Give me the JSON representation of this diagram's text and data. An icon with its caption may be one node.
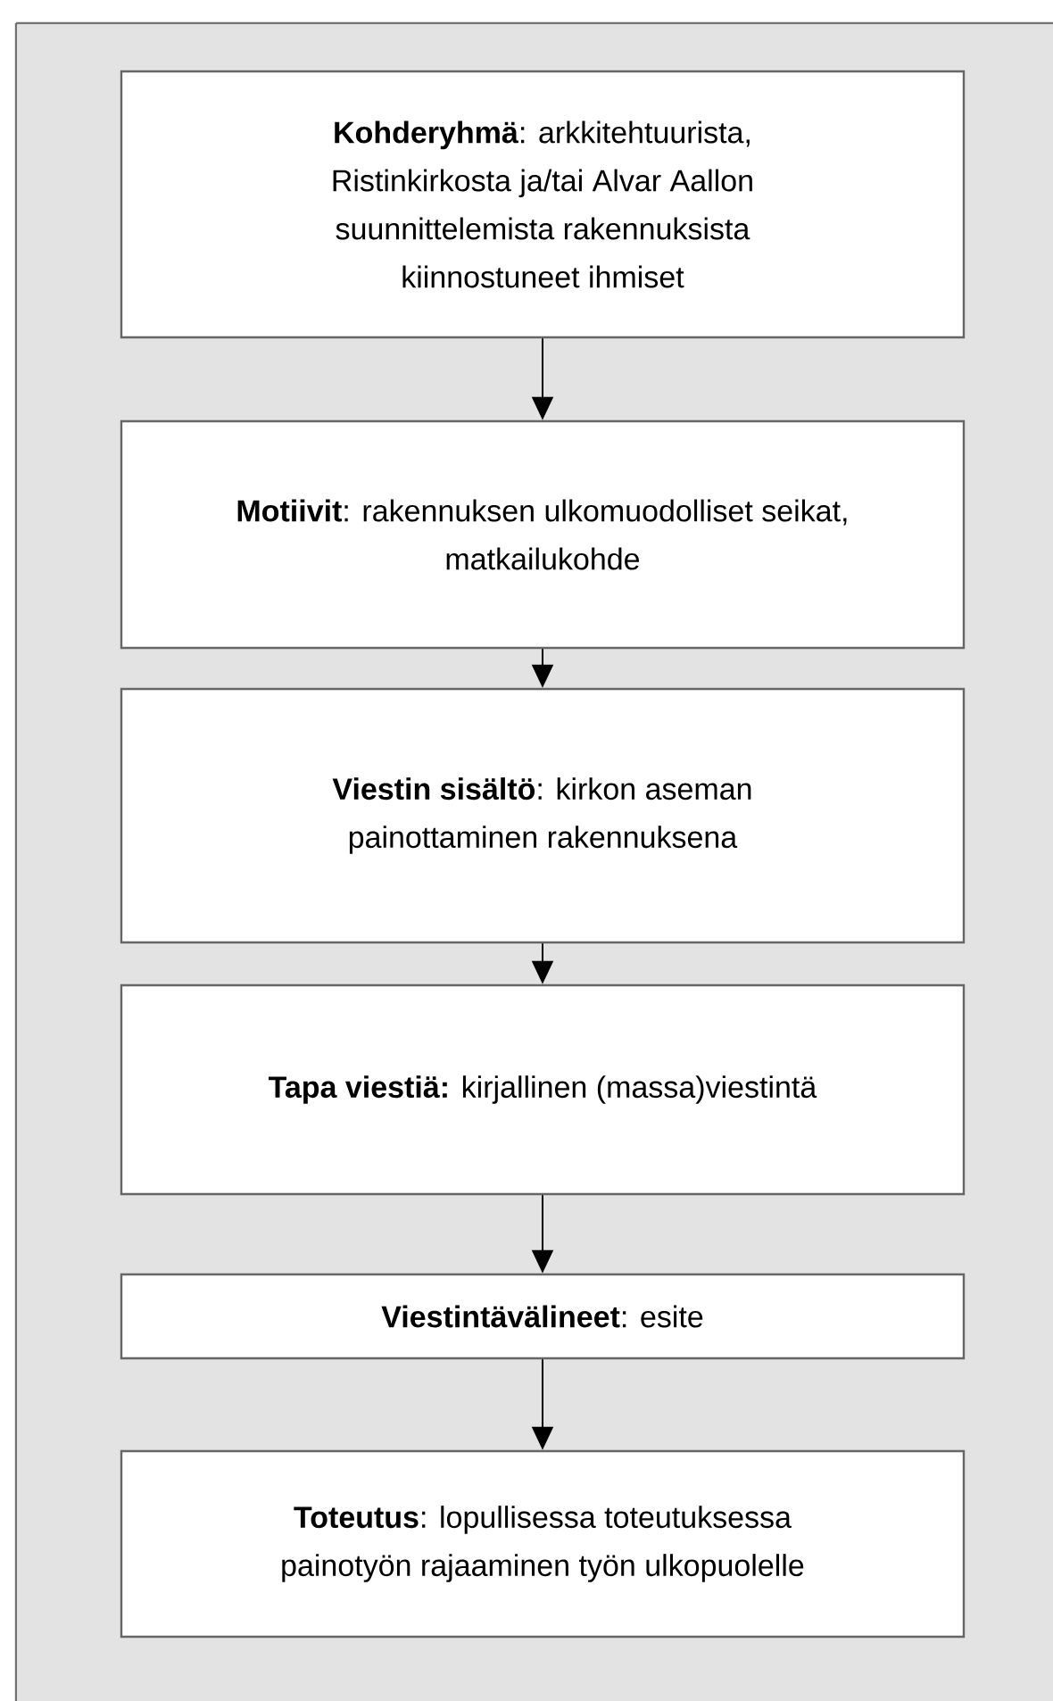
{
  "diagram": {
    "nodes": [
      {
        "text": [
          "**Kohderyhmä**: arkkitehtuurista, Ristinkirkosta ja/tai Alvar Aallon suunnittelemista rakennuksista kiinnostuneet ihmiset"
        ]
      },
      {
        "text": [
          "**Motiivit**: rakennuksen ulkomuodolliset seikat, matkailukohde"
        ]
      },
      {
        "text": [
          "**Viestin sisältö**: kirkon aseman painottaminen rakennuksena"
        ]
      },
      {
        "text": [
          "**Tapa viestiä:** kirjallinen (massa)viestintä"
        ]
      },
      {
        "text": [
          "**Viestintävälineet**: esite"
        ]
      },
      {
        "text": [
          "**Toteutus**: lopullisessa toteutuksessa painotyön rajaaminen työn ulkopuolelle"
        ]
      }
    ],
    "edges": [
      {
        "from": 0,
        "to": 1,
        "arrow": "to"
      },
      {
        "from": 1,
        "to": 2,
        "arrow": "to"
      },
      {
        "from": 2,
        "to": 3,
        "arrow": "to"
      },
      {
        "from": 3,
        "to": 4,
        "arrow": "to"
      },
      {
        "from": 4,
        "to": 5,
        "arrow": "to"
      }
    ]
  }
}
